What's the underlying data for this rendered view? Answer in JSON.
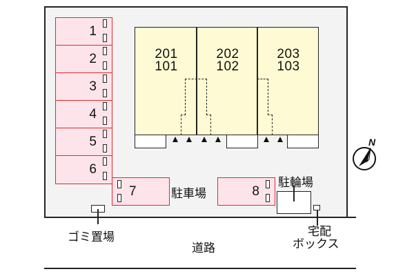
{
  "site_plan": {
    "building": {
      "units": [
        {
          "upper": "201",
          "lower": "101"
        },
        {
          "upper": "202",
          "lower": "102"
        },
        {
          "upper": "203",
          "lower": "103"
        }
      ],
      "fill_color": "#fefbd4"
    },
    "parking": {
      "label": "駐車場",
      "stall_fill_color": "#fde4ea",
      "stall_border_color": "#e0282f",
      "stalls": [
        "1",
        "2",
        "3",
        "4",
        "5",
        "6",
        "7",
        "8"
      ]
    },
    "bicycle_parking": {
      "label": "駐輪場"
    },
    "garbage": {
      "label": "ゴミ置場"
    },
    "delivery_box": {
      "label_line1": "宅配",
      "label_line2": "ボックス"
    },
    "road": {
      "label": "道路"
    },
    "compass": {
      "icon": "north-arrow-icon",
      "label": "N"
    }
  }
}
